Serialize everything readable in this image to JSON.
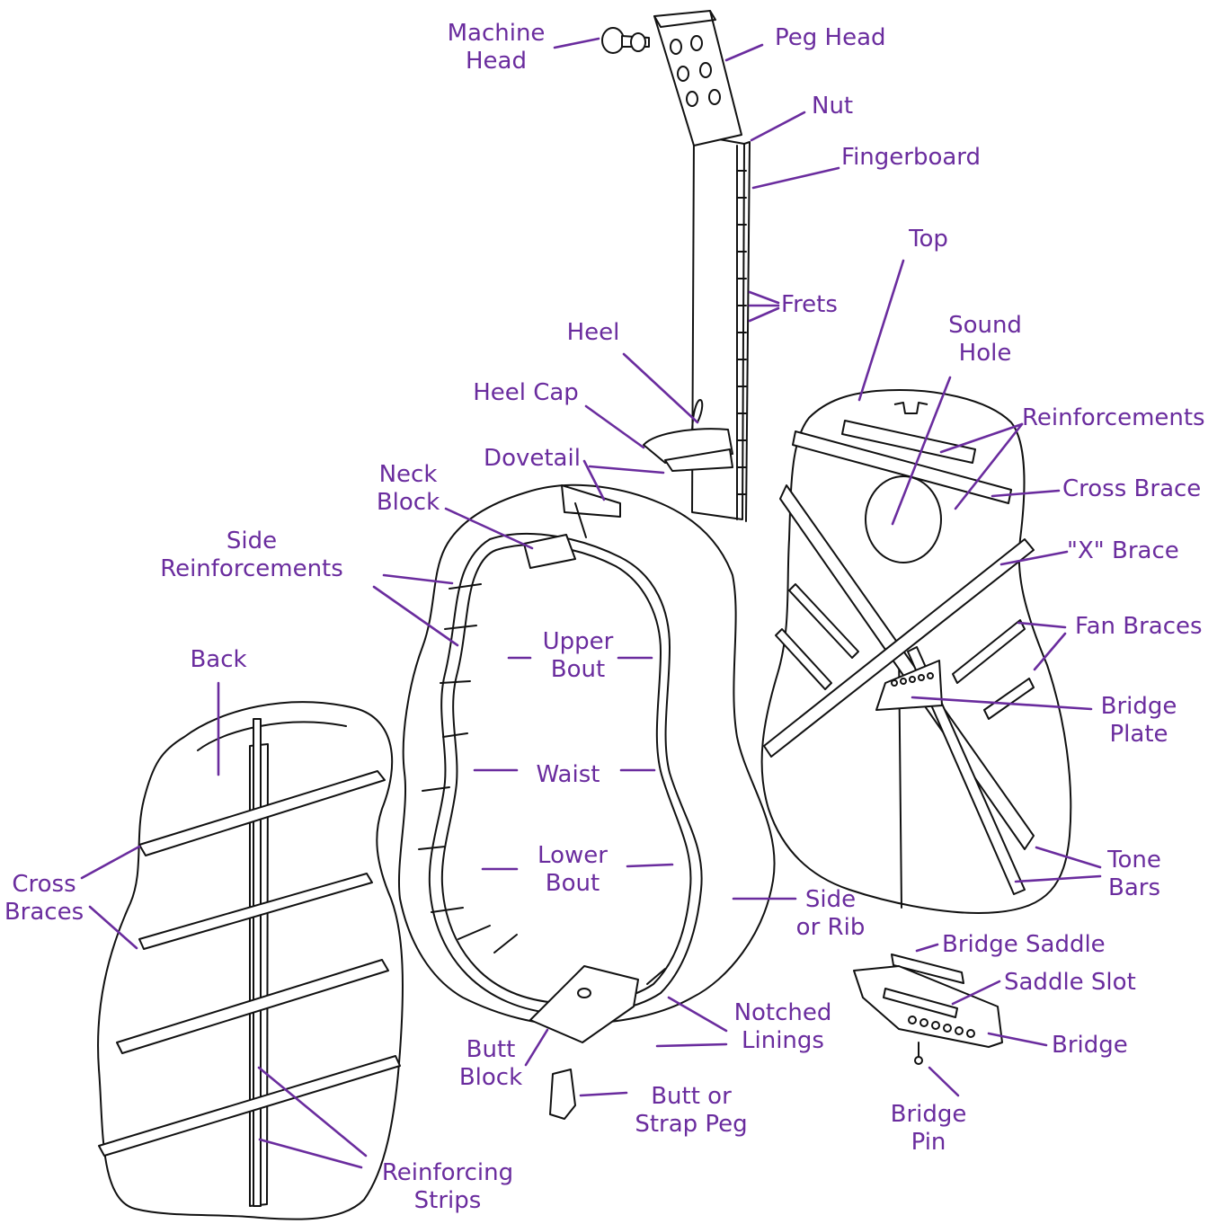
{
  "colors": {
    "label": "#6a2c9e",
    "ink": "#111111",
    "background": "#ffffff"
  },
  "labels": {
    "machine_head": [
      "Machine",
      "Head"
    ],
    "peg_head": "Peg Head",
    "nut": "Nut",
    "fingerboard": "Fingerboard",
    "top": "Top",
    "frets": "Frets",
    "sound_hole": [
      "Sound",
      "Hole"
    ],
    "heel": "Heel",
    "reinforcements": "Reinforcements",
    "heel_cap": "Heel Cap",
    "cross_brace": "Cross Brace",
    "dovetail": "Dovetail",
    "neck_block": [
      "Neck",
      "Block"
    ],
    "side_reinforcements": [
      "Side",
      "Reinforcements"
    ],
    "x_brace": "\"X\" Brace",
    "upper_bout": [
      "Upper",
      "Bout"
    ],
    "fan_braces": "Fan Braces",
    "back": "Back",
    "bridge_plate": [
      "Bridge",
      "Plate"
    ],
    "waist": "Waist",
    "lower_bout": [
      "Lower",
      "Bout"
    ],
    "tone_bars": [
      "Tone",
      "Bars"
    ],
    "cross_braces": [
      "Cross",
      "Braces"
    ],
    "side_or_rib": [
      "Side",
      "or Rib"
    ],
    "bridge_saddle": "Bridge Saddle",
    "saddle_slot": "Saddle Slot",
    "notched_linings": [
      "Notched",
      "Linings"
    ],
    "bridge": "Bridge",
    "butt_block": [
      "Butt",
      "Block"
    ],
    "butt_or_strap_peg": [
      "Butt or",
      "Strap Peg"
    ],
    "bridge_pin": [
      "Bridge",
      "Pin"
    ],
    "reinforcing_strips": [
      "Reinforcing",
      "Strips"
    ]
  }
}
